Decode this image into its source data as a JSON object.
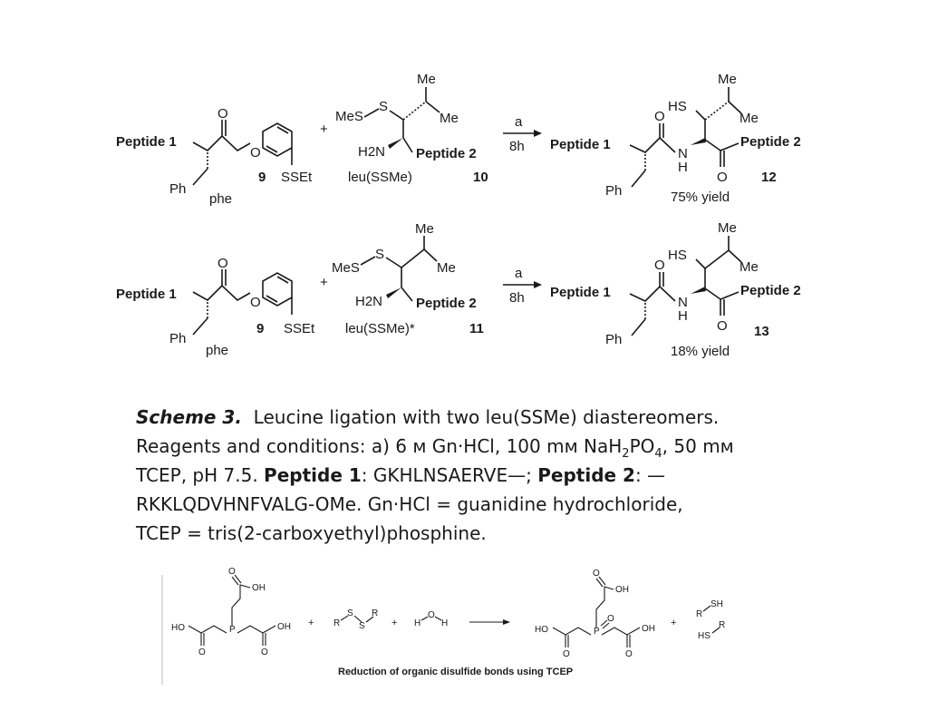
{
  "row1": {
    "peptide1": "Peptide 1",
    "o_ketone": "O",
    "o_ester": "O",
    "ph": "Ph",
    "phe": "phe",
    "num_thioester": "9",
    "sset": "SSEt",
    "plus": "+",
    "mes": "MeS",
    "s": "S",
    "me_top": "Me",
    "me_right": "Me",
    "h2n": "H2N",
    "peptide2": "Peptide 2",
    "leu": "leu(SSMe)",
    "num_leu": "10",
    "reagent": "a",
    "time": "8h",
    "prod_peptide1": "Peptide 1",
    "prod_o": "O",
    "prod_hs": "HS",
    "prod_me_top": "Me",
    "prod_me_right": "Me",
    "prod_n": "N",
    "prod_h": "H",
    "prod_peptide2": "Peptide 2",
    "prod_o2": "O",
    "prod_num": "12",
    "prod_ph": "Ph",
    "yield": "75% yield"
  },
  "row2": {
    "peptide1": "Peptide 1",
    "o_ketone": "O",
    "o_ester": "O",
    "ph": "Ph",
    "phe": "phe",
    "num_thioester": "9",
    "sset": "SSEt",
    "plus": "+",
    "mes": "MeS",
    "s": "S",
    "me_top": "Me",
    "me_right": "Me",
    "h2n": "H2N",
    "peptide2": "Peptide 2",
    "leu": "leu(SSMe)*",
    "num_leu": "11",
    "reagent": "a",
    "time": "8h",
    "prod_peptide1": "Peptide 1",
    "prod_o": "O",
    "prod_hs": "HS",
    "prod_me_top": "Me",
    "prod_me_right": "Me",
    "prod_n": "N",
    "prod_h": "H",
    "prod_peptide2": "Peptide 2",
    "prod_o2": "O",
    "prod_num": "13",
    "prod_ph": "Ph",
    "yield": "18% yield"
  },
  "caption": {
    "scheme_label": "Scheme 3.",
    "line1_rest": "Leucine ligation with two leu(SSMe) diastereomers.",
    "line2_a": "Reagents and conditions: a) 6 м Gn·HCl, 100 mм NaH",
    "line2_sub1": "2",
    "line2_b": "PO",
    "line2_sub2": "4",
    "line2_c": ", 50 mм",
    "line3_a": "TCEP, pH 7.5.",
    "line3_p1": "Peptide 1",
    "line3_b": ": GKHLNSAERVE—;",
    "line3_p2": "Peptide 2",
    "line3_c": ": —",
    "line4": "RKKLQDVHNFVALG-OMe. Gn·HCl = guanidine hydrochloride,",
    "line5": "TCEP = tris(2-carboxyethyl)phosphine."
  },
  "tcep": {
    "oh": "OH",
    "ho": "HO",
    "o": "O",
    "p": "P",
    "plus": "+",
    "r": "R",
    "s": "S",
    "h": "H",
    "rsh": "R",
    "sh": "SH",
    "hs": "HS",
    "title": "Reduction of organic disulfide bonds using TCEP"
  }
}
